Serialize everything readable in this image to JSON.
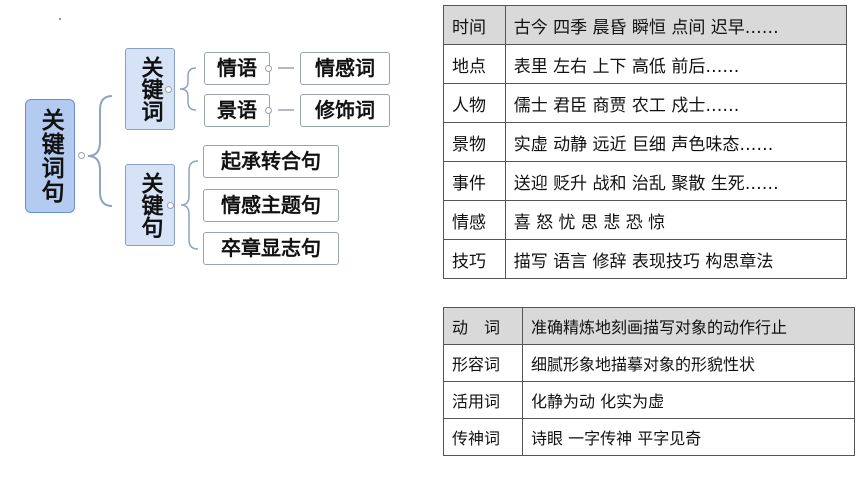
{
  "mindmap": {
    "root": "关键词句",
    "branches": [
      {
        "label": "关键词",
        "children": [
          {
            "label": "情语",
            "detail": "情感词"
          },
          {
            "label": "景语",
            "detail": "修饰词"
          }
        ]
      },
      {
        "label": "关键句",
        "children": [
          {
            "label": "起承转合句"
          },
          {
            "label": "情感主题句"
          },
          {
            "label": "卒章显志句"
          }
        ]
      }
    ]
  },
  "table1": {
    "rows": [
      {
        "key": "时间",
        "value": "古今 四季 晨昏 瞬恒 点间 迟早……"
      },
      {
        "key": "地点",
        "value": "表里 左右 上下 高低 前后……"
      },
      {
        "key": "人物",
        "value": "儒士 君臣 商贾 农工 戍士……"
      },
      {
        "key": "景物",
        "value": "实虚 动静 远近 巨细  声色味态……"
      },
      {
        "key": "事件",
        "value": "送迎 贬升 战和 治乱 聚散 生死……"
      },
      {
        "key": "情感",
        "value": "喜 怒 忧 思 悲 恐 惊"
      },
      {
        "key": "技巧",
        "value": "描写 语言 修辞 表现技巧  构思章法"
      }
    ]
  },
  "table2": {
    "rows": [
      {
        "key": "动　词",
        "value": "准确精炼地刻画描写对象的动作行止"
      },
      {
        "key": "形容词",
        "value": "细腻形象地描摹对象的形貌性状"
      },
      {
        "key": "活用词",
        "value": "化静为动 化实为虚"
      },
      {
        "key": "传神词",
        "value": "诗眼 一字传神 平字见奇"
      }
    ]
  }
}
